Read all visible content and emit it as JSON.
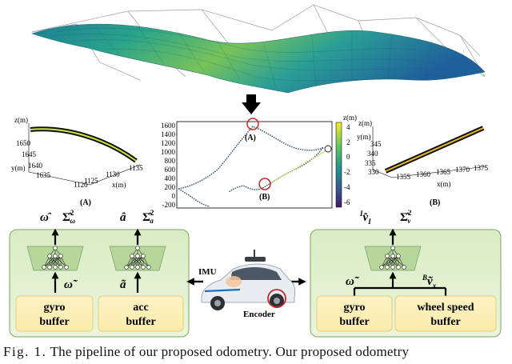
{
  "zplots": {
    "left": {
      "z_axis": "z(m)",
      "y_axis": "y(m)",
      "x_axis": "x(m)",
      "y_ticks": [
        "1650",
        "1645",
        "1640",
        "1635"
      ],
      "x_ticks": [
        "1120",
        "1125",
        "1130",
        "1135"
      ],
      "label": "(A)"
    },
    "right": {
      "z_axis": "z(m)",
      "y_axis": "y(m)",
      "x_axis": "x(m)",
      "y_ticks": [
        "345",
        "340",
        "335",
        "330"
      ],
      "x_ticks": [
        "1355",
        "1360",
        "1365",
        "1370",
        "1375"
      ],
      "label": "(B)"
    }
  },
  "trajectory": {
    "y_ticks": [
      "1600",
      "1400",
      "1200",
      "1000",
      "800",
      "600",
      "400",
      "200",
      "0",
      "-200"
    ],
    "colorbar_label": "z(m)",
    "colorbar_ticks": [
      "4",
      "2",
      "0",
      "-2",
      "-4",
      "-6"
    ],
    "marker_a": "(A)",
    "marker_b": "(B)"
  },
  "left_box": {
    "gyro_output": "ω̂",
    "gyro_cov": "Σ̂",
    "gyro_cov_sub": "ω",
    "acc_output": "â",
    "acc_cov": "Σ̂",
    "acc_cov_sub": "a",
    "gyro_input": "ω̃",
    "acc_input": "ã",
    "gyro_buffer": [
      "gyro",
      "buffer"
    ],
    "acc_buffer": [
      "acc",
      "buffer"
    ]
  },
  "right_box": {
    "vel_output_pre": "I",
    "vel_output": "v̂",
    "vel_output_sub": "I",
    "vel_cov": "Σ̂",
    "vel_cov_sub": "v",
    "gyro_input": "ω̃",
    "wheel_input_pre": "B",
    "wheel_input": "ṽ",
    "wheel_input_sub": "x",
    "gyro_buffer": [
      "gyro",
      "buffer"
    ],
    "wheel_buffer": [
      "wheel speed",
      "buffer"
    ]
  },
  "car": {
    "imu_label": "IMU",
    "encoder_label": "Encoder"
  },
  "caption": {
    "fig_no": "Fig. 1.",
    "text": "The pipeline of our proposed odometry. Our proposed odometry"
  }
}
